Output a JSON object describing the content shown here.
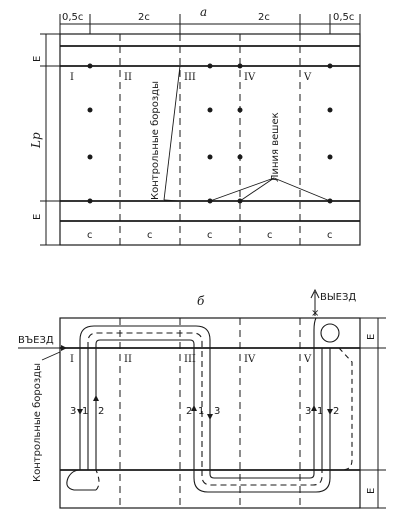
{
  "colors": {
    "ink": "#1a1a1a",
    "paper": "#ffffff"
  },
  "top": {
    "dim_a": "а",
    "dim_05c_left": "0,5с",
    "dim_2c_left": "2с",
    "dim_2c_right": "2с",
    "dim_05c_right": "0,5с",
    "bottom_c": [
      "с",
      "с",
      "с",
      "с",
      "с"
    ],
    "e_top": "Е",
    "e_bottom": "Е",
    "lr": "Lр",
    "rows": [
      "I",
      "II",
      "III",
      "IV",
      "V"
    ],
    "control_furrows": "Контрольные борозды",
    "stake_line": "Линия вешек"
  },
  "bottom": {
    "caption": "б",
    "exit": "ВЫЕЗД",
    "entry": "ВЪЕЗД",
    "rows": [
      "I",
      "II",
      "III",
      "IV",
      "V"
    ],
    "control_furrows": "Контрольные борозды",
    "e_right_top": "Е",
    "e_right_bottom": "Е",
    "group1": [
      "3",
      "1",
      "2"
    ],
    "group2": [
      "2",
      "1",
      "3"
    ],
    "group3": [
      "3",
      "1",
      "2"
    ]
  }
}
